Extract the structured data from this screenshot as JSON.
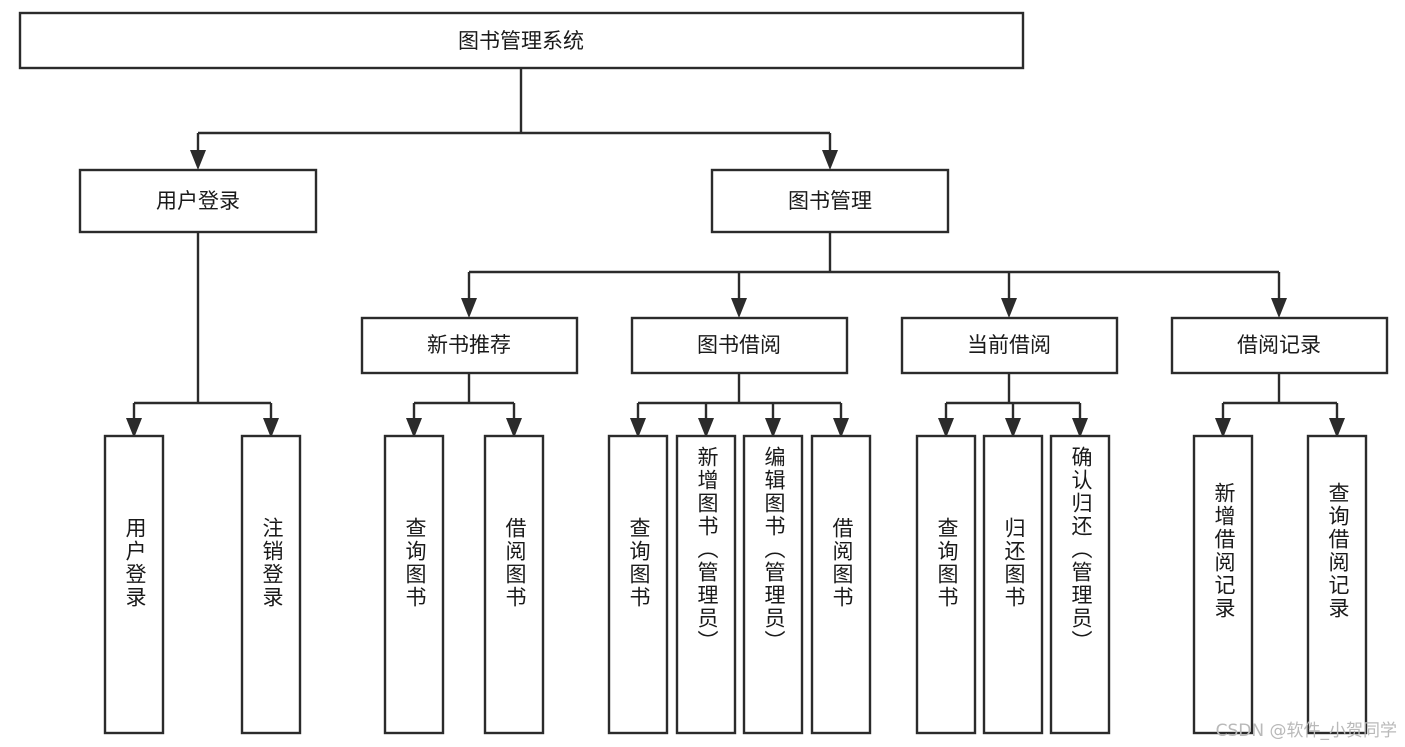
{
  "diagram": {
    "type": "tree-hierarchy-functional-decomposition",
    "root": {
      "id": "root",
      "label": "图书管理系统"
    },
    "level2": [
      {
        "id": "user-login",
        "label": "用户登录"
      },
      {
        "id": "book-management",
        "label": "图书管理"
      }
    ],
    "level3": [
      {
        "id": "new-book-recommend",
        "label": "新书推荐",
        "parent": "book-management"
      },
      {
        "id": "book-borrow",
        "label": "图书借阅",
        "parent": "book-management"
      },
      {
        "id": "current-borrow",
        "label": "当前借阅",
        "parent": "book-management"
      },
      {
        "id": "borrow-record",
        "label": "借阅记录",
        "parent": "book-management"
      }
    ],
    "leaves": {
      "user-login": [
        {
          "id": "leaf-user-login",
          "label": "用户登录"
        },
        {
          "id": "leaf-logout",
          "label": "注销登录"
        }
      ],
      "new-book-recommend": [
        {
          "id": "leaf-query-book-1",
          "label": "查询图书"
        },
        {
          "id": "leaf-borrow-book-1",
          "label": "借阅图书"
        }
      ],
      "book-borrow": [
        {
          "id": "leaf-query-book-2",
          "label": "查询图书"
        },
        {
          "id": "leaf-add-book",
          "label": "新增图书（管理员）"
        },
        {
          "id": "leaf-edit-book",
          "label": "编辑图书（管理员）"
        },
        {
          "id": "leaf-borrow-book-2",
          "label": "借阅图书"
        }
      ],
      "current-borrow": [
        {
          "id": "leaf-query-book-3",
          "label": "查询图书"
        },
        {
          "id": "leaf-return-book",
          "label": "归还图书"
        },
        {
          "id": "leaf-confirm-return",
          "label": "确认归还（管理员）"
        }
      ],
      "borrow-record": [
        {
          "id": "leaf-add-record",
          "label": "新增借阅记录"
        },
        {
          "id": "leaf-query-record",
          "label": "查询借阅记录"
        }
      ]
    },
    "colors": {
      "box_stroke": "#2b2b2b",
      "box_fill": "#ffffff",
      "text": "#1a1a1a",
      "background": "#ffffff",
      "watermark": "#b9b9b9"
    }
  },
  "watermark": {
    "text": "CSDN @软件_小贺同学"
  }
}
